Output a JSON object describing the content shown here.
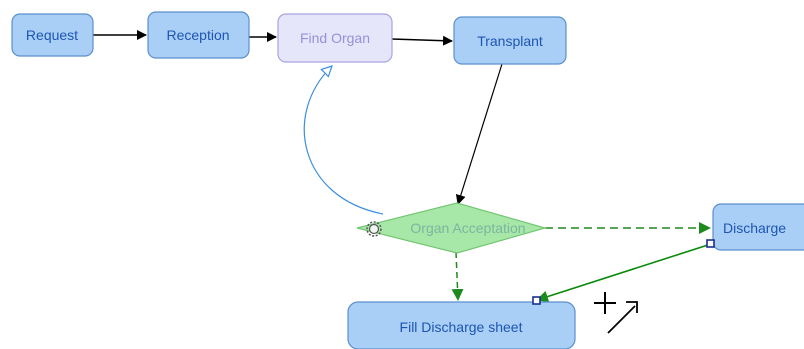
{
  "diagram": {
    "nodes": {
      "request": "Request",
      "reception": "Reception",
      "find_organ": "Find Organ",
      "transplant": "Transplant",
      "organ_acceptation": "Organ Acceptation",
      "discharge": "Discharge",
      "fill_discharge_sheet": "Fill Discharge sheet"
    },
    "edges": [
      {
        "from": "request",
        "to": "reception",
        "style": "solid"
      },
      {
        "from": "reception",
        "to": "find_organ",
        "style": "solid"
      },
      {
        "from": "find_organ",
        "to": "transplant",
        "style": "solid"
      },
      {
        "from": "transplant",
        "to": "organ_acceptation",
        "style": "solid"
      },
      {
        "from": "organ_acceptation",
        "to": "find_organ",
        "style": "curved"
      },
      {
        "from": "organ_acceptation",
        "to": "discharge",
        "style": "dashed"
      },
      {
        "from": "organ_acceptation",
        "to": "fill_discharge_sheet",
        "style": "dashed"
      },
      {
        "from": "discharge",
        "to": "fill_discharge_sheet",
        "style": "solid-selected"
      }
    ]
  },
  "colors": {
    "node_fill": "#a9cff6",
    "node_stroke": "#5a8fce",
    "node_text": "#1e55b4",
    "disabled_fill": "#e6e6fb",
    "disabled_stroke": "#a9a2e4",
    "disabled_text": "#9a8fd8",
    "decision_fill": "#a3e6a3",
    "decision_stroke": "#6ec46e",
    "edge": "#000000",
    "loop_edge": "#3a8ee0",
    "dashed_edge": "#1d8a1d",
    "selected_edge": "#0a8a0a",
    "handle": "#1a2f8a"
  },
  "cursor": {
    "icon": "crosshair-connect-cursor"
  }
}
